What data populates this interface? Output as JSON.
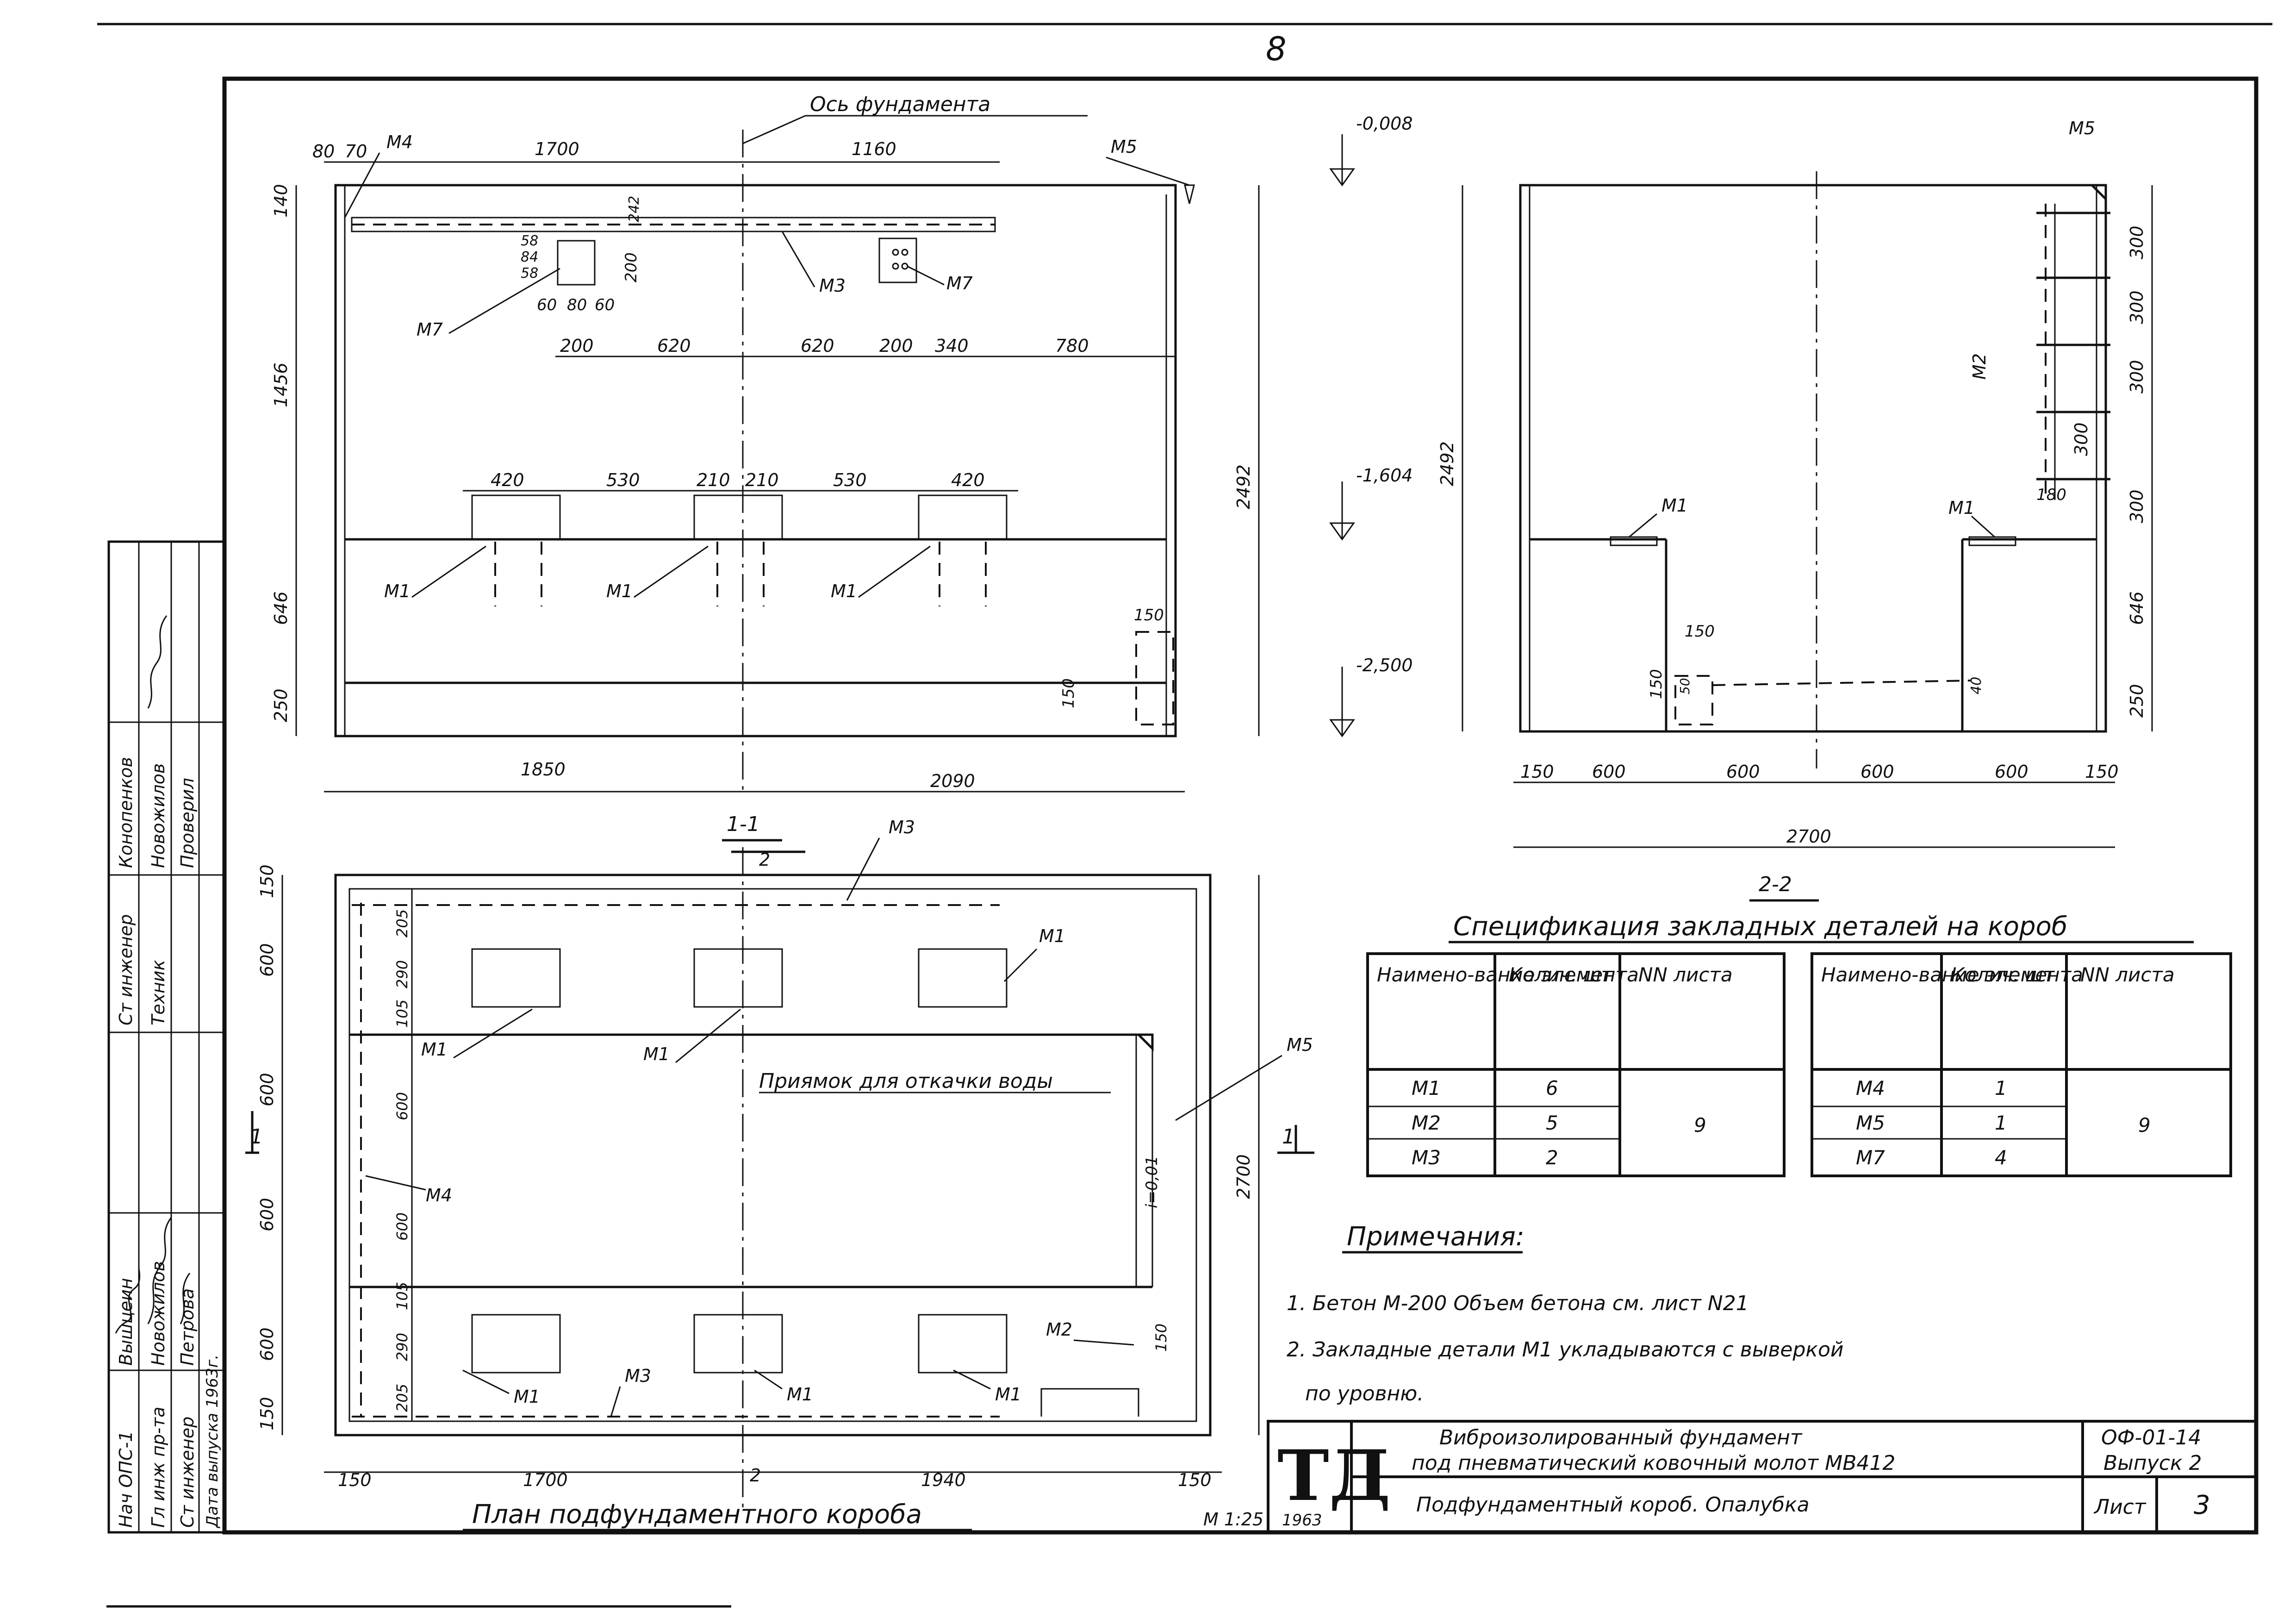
{
  "sheet_number_top": "8",
  "section_1_1": {
    "title": "1-1",
    "axis_label": "Ось фундамента",
    "top_dims": [
      "80",
      "70",
      "1700",
      "1160"
    ],
    "bottom_dims": [
      "1850",
      "2090"
    ],
    "insert_dims_row1": [
      "200",
      "620",
      "620",
      "200",
      "340",
      "780"
    ],
    "insert_dims_row1_small": [
      "58",
      "84",
      "58",
      "60",
      "80",
      "60",
      "200",
      "242"
    ],
    "insert_dims_row2": [
      "420",
      "530",
      "210",
      "210",
      "530",
      "420"
    ],
    "left_dims": [
      "140",
      "1456",
      "646",
      "250"
    ],
    "right_dim": "2492",
    "pit_dims": [
      "150",
      "150"
    ],
    "levels": [
      "-0,008",
      "-1,604",
      "-2,500"
    ],
    "labels": [
      "M4",
      "M5",
      "M7",
      "M7",
      "M3",
      "M1",
      "M1",
      "M1"
    ]
  },
  "section_2_2": {
    "title": "2-2",
    "right_dims": [
      "300",
      "300",
      "300",
      "300",
      "300",
      "646",
      "250"
    ],
    "left_dim": "2492",
    "bottom_dims": [
      "150",
      "600",
      "600",
      "600",
      "600",
      "150"
    ],
    "total_dim": "2700",
    "small_dims": [
      "180",
      "150",
      "150",
      "50",
      "40"
    ],
    "labels": [
      "M5",
      "M2",
      "M1",
      "M1"
    ]
  },
  "plan": {
    "title": "План подфундаментного короба",
    "scale": "M 1:25",
    "cut_labels": [
      "1",
      "1",
      "2",
      "2"
    ],
    "left_dims": [
      "150",
      "600",
      "600",
      "600",
      "600",
      "150"
    ],
    "inner_dims": [
      "205",
      "290",
      "105",
      "600",
      "600",
      "105",
      "290",
      "205"
    ],
    "bottom_dims": [
      "150",
      "1700",
      "1940",
      "150"
    ],
    "right_dim": "2700",
    "pit_text": "Приямок для откачки воды",
    "slope_text": "i=0,01",
    "pit_dim": "150",
    "labels": [
      "M3",
      "M1",
      "M1",
      "M1",
      "M5",
      "M4",
      "M2",
      "M1",
      "M3",
      "M1",
      "M1"
    ]
  },
  "spec": {
    "title": "Спецификация закладных деталей на короб",
    "headers": [
      "Наимено-вание элемента",
      "Колич. шт",
      "NN листа"
    ],
    "left_rows": [
      [
        "M1",
        "6"
      ],
      [
        "M2",
        "5"
      ],
      [
        "M3",
        "2"
      ]
    ],
    "left_sheet": "9",
    "right_rows": [
      [
        "M4",
        "1"
      ],
      [
        "M5",
        "1"
      ],
      [
        "M7",
        "4"
      ]
    ],
    "right_sheet": "9"
  },
  "notes": {
    "title": "Примечания:",
    "items": [
      "1. Бетон М-200 Объем бетона см. лист N21",
      "2. Закладные детали М1 укладываются с выверкой",
      "по уровню."
    ]
  },
  "title_block": {
    "logo": "ТД",
    "year": "1963",
    "title_line1": "Виброизолированный фундамент",
    "title_line2": "под пневматический ковочный молот МВ412",
    "sheet_name": "Подфундаментный короб. Опалубка",
    "code": "ОФ-01-14",
    "issue": "Выпуск 2",
    "sheet_label": "Лист",
    "sheet_no": "3"
  },
  "stamp": {
    "rows": [
      [
        "Нач ОПС-1",
        "Вышцеин"
      ],
      [
        "Гл инж пр-та",
        "Новожилов"
      ],
      [
        "Ст инженер",
        "Петрова"
      ],
      [
        "Дата выпуска 1963г.",
        ""
      ]
    ],
    "rows_right": [
      [
        "Ст инженер",
        "Конопенков"
      ],
      [
        "Техник",
        "Новожилов"
      ],
      [
        "",
        "Проверил"
      ]
    ]
  }
}
